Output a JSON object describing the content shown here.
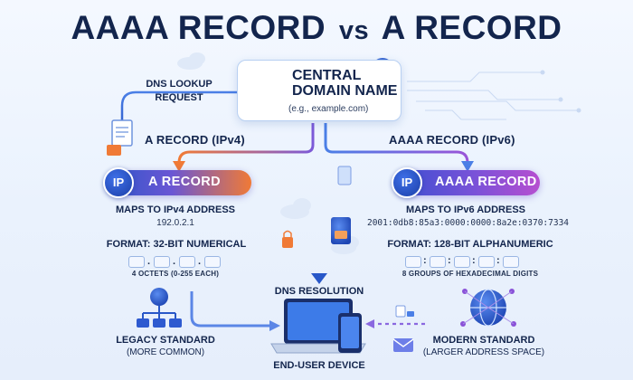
{
  "title": {
    "main_left": "AAAA RECORD",
    "vs": "vs",
    "main_right": "A RECORD"
  },
  "central": {
    "line1": "CENTRAL",
    "line2": "DOMAIN NAME",
    "example": "(e.g., example.com)"
  },
  "lookup": {
    "line1": "DNS LOOKUP",
    "line2": "REQUEST"
  },
  "branches": {
    "left": "A RECORD (IPv4)",
    "right": "AAAA RECORD (IPv6)"
  },
  "a_record": {
    "badge": "IP",
    "label": "A RECORD",
    "maps_to": "MAPS TO IPv4 ADDRESS",
    "address": "192.0.2.1",
    "format": "FORMAT: 32-BIT NUMERICAL",
    "format_note": "4 OCTETS (0-255 EACH)",
    "standard_line1": "LEGACY STANDARD",
    "standard_line2": "(MORE COMMON)"
  },
  "aaaa_record": {
    "badge": "IP",
    "label": "AAAA RECORD",
    "maps_to": "MAPS TO IPv6 ADDRESS",
    "address": "2001:0db8:85a3:0000:0000:8a2e:0370:7334",
    "format": "FORMAT: 128-BIT ALPHANUMERIC",
    "format_note": "8 GROUPS OF HEXADECIMAL DIGITS",
    "standard_line1": "MODERN STANDARD",
    "standard_line2": "(LARGER ADDRESS SPACE)"
  },
  "center_bottom": {
    "resolution": "DNS RESOLUTION",
    "device": "END-USER DEVICE"
  },
  "colors": {
    "navy": "#13254d",
    "blue": "#2f6fe0",
    "orange": "#f07a36",
    "purple": "#8a52d8"
  },
  "icons": [
    "globe-icon",
    "link-icon",
    "document-icon",
    "cloud-icon",
    "server-icon",
    "network-icon",
    "laptop-icon",
    "phone-icon",
    "envelope-icon",
    "lock-icon"
  ]
}
